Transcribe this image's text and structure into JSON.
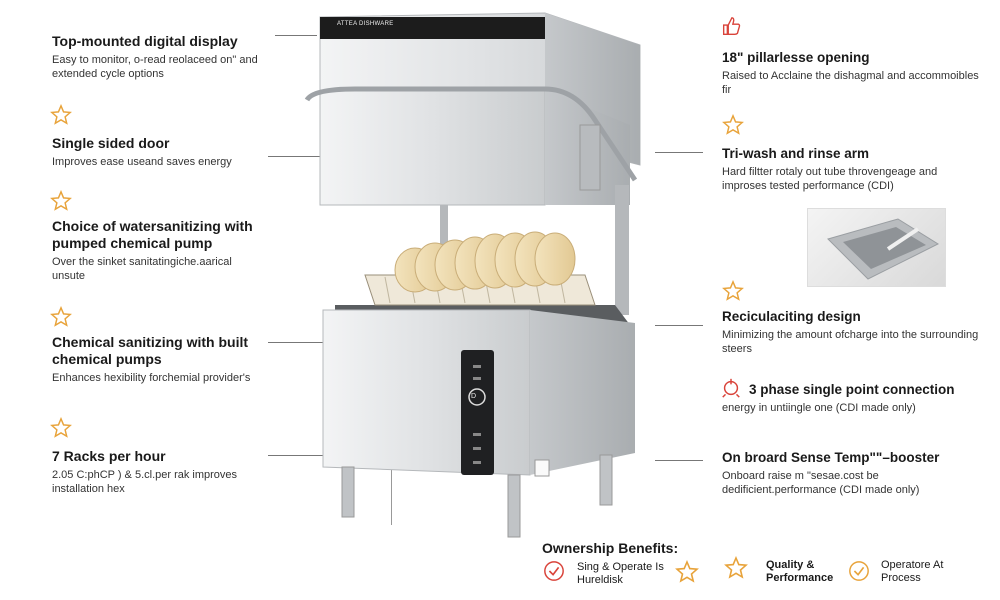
{
  "left_features": [
    {
      "title": "Top-mounted digital display",
      "desc": "Easy to monitor, o-read reolaceed on\" and extended cycle options"
    },
    {
      "title": "Single sided door",
      "desc": "Improves ease useand saves energy"
    },
    {
      "title": "Choice of watersanitizing with pumped chemical pump",
      "desc": "Over the sinket sanitatingiche.aarical unsute"
    },
    {
      "title": "Chemical sanitizing with built chemical pumps",
      "desc": "Enhances hexibility forchemial provider's"
    },
    {
      "title": "7 Racks per hour",
      "desc": "2.05 C:phCP ) & 5.cl.per rak improves installation  hex"
    }
  ],
  "right_features": [
    {
      "title": "18\" pillarlesse opening",
      "desc": "Raised to Acclaine the dishagmal and accommoibles fir"
    },
    {
      "title": "Tri-wash and rinse arm",
      "desc": "Hard filtter rotaly out tube throvengeage and improses tested performance (CDI)"
    },
    {
      "title": "Reciculaciting design",
      "desc": "Minimizing the amount ofcharge into the surrounding steers"
    },
    {
      "title": "3 phase single point connection",
      "desc": "energy in untiingle one (CDI made only)"
    },
    {
      "title": "On broard Sense Temp\"\"–booster",
      "desc": "Onboard raise m \"sesae.cost be dedificient.performance (CDI made only)"
    }
  ],
  "panel_brand": "ATTEA DISHWARE",
  "panel_button": "D",
  "ownership": {
    "title": "Ownership Benefits:",
    "items": [
      {
        "label": "Sing & Operate Is Hureldisk",
        "icon": "check-circle-icon"
      },
      {
        "label": "Quality & Performance",
        "icon": "star-icon"
      },
      {
        "label": "Operatore At Process",
        "icon": "check-circle-icon"
      }
    ]
  },
  "colors": {
    "accent": "#e8a33a",
    "red_icon": "#d9433a",
    "steel": "#d9dbdd"
  }
}
